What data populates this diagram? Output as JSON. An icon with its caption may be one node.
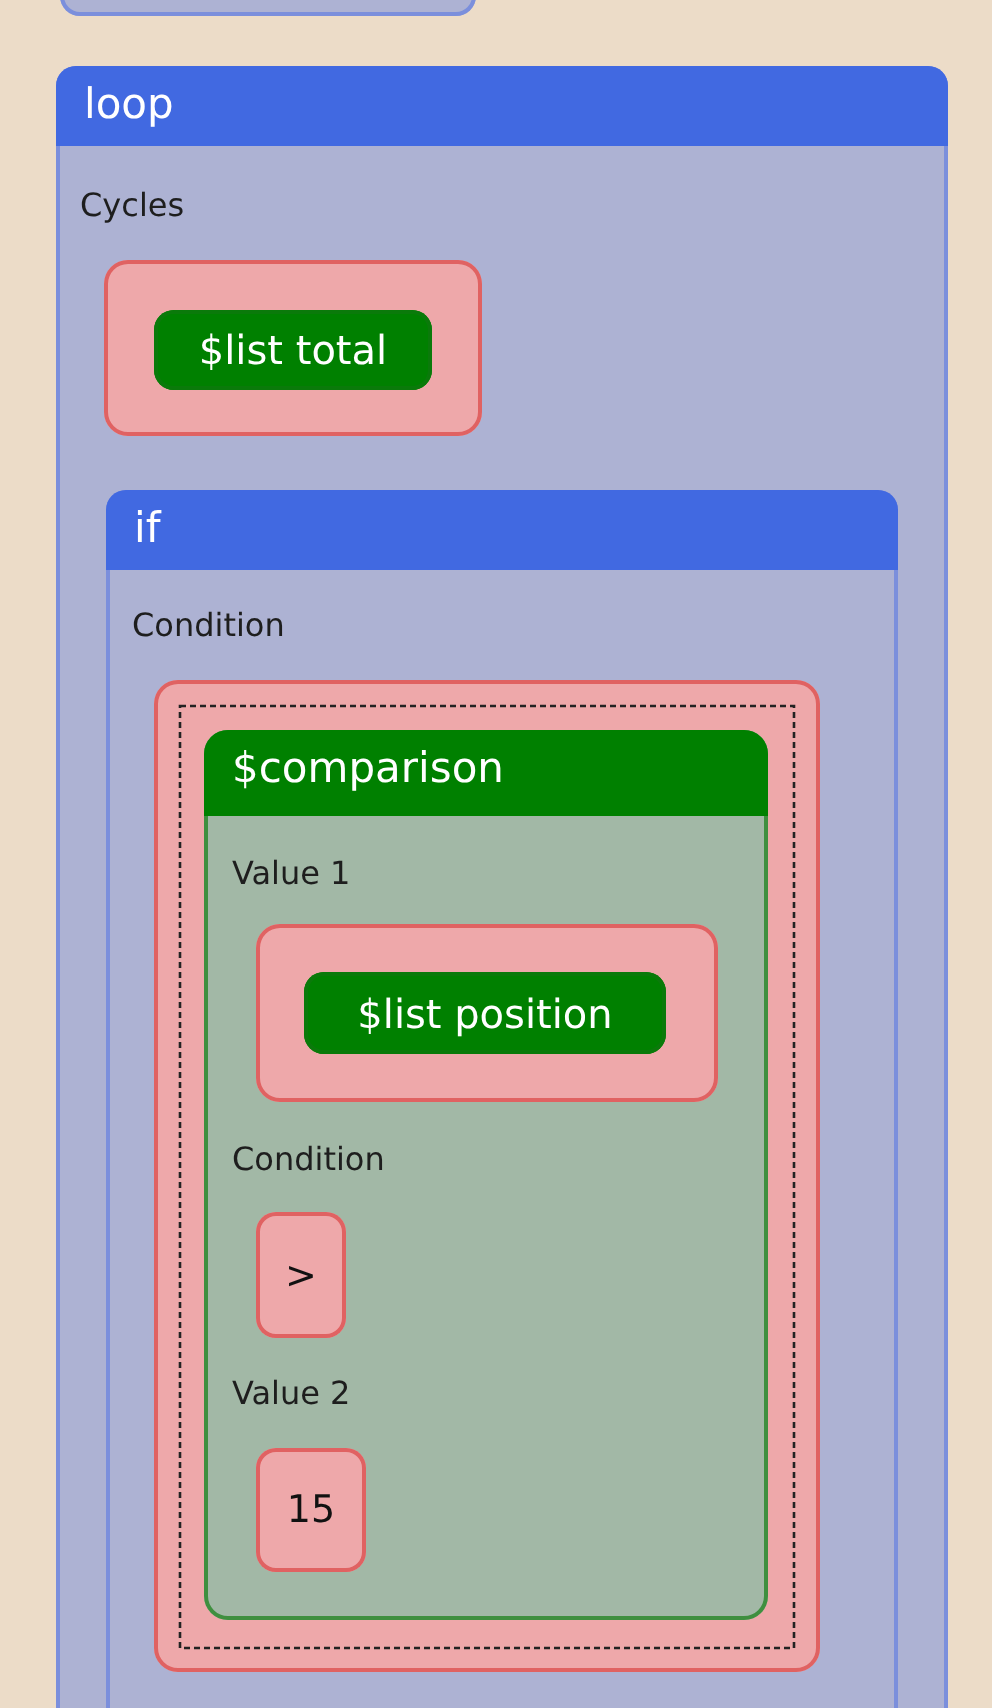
{
  "diagram": {
    "nodes": [
      {
        "text": [],
        "shape": "box"
      },
      {
        "text": [
          "loop",
          "Cycles"
        ]
      },
      {
        "text": [],
        "shape": "box",
        "in": 1
      },
      {
        "text": [
          "$list total"
        ],
        "in": 2
      },
      {
        "text": [
          "if",
          "Condition"
        ],
        "in": 1
      },
      {
        "text": [],
        "shape": "box",
        "in": 4
      },
      {
        "text": [
          "$comparison",
          "Value 1",
          "Condition",
          "Value 2"
        ],
        "in": 5
      },
      {
        "text": [],
        "shape": "box",
        "in": 6
      },
      {
        "text": [
          "$list position"
        ],
        "in": 7
      },
      {
        "text": [
          ">"
        ],
        "in": 6
      },
      {
        "text": [
          "15"
        ],
        "in": 6
      }
    ]
  }
}
